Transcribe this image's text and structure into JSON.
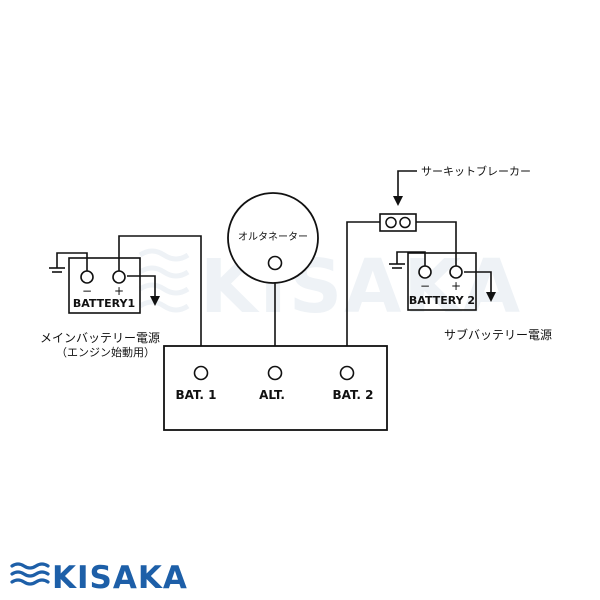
{
  "brand": {
    "name": "KISAKA",
    "color": "#1d5fa8"
  },
  "watermark": "KISAKA",
  "alternator": {
    "label": "オルタネーター"
  },
  "circuit_breaker": {
    "label": "サーキットブレーカー"
  },
  "isolator": {
    "terminals": [
      {
        "label": "BAT. 1"
      },
      {
        "label": "ALT."
      },
      {
        "label": "BAT. 2"
      }
    ]
  },
  "battery1": {
    "label": "BATTERY1",
    "minus": "−",
    "plus": "+",
    "caption_line1": "メインバッテリー電源",
    "caption_line2": "（エンジン始動用）"
  },
  "battery2": {
    "label": "BATTERY 2",
    "minus": "−",
    "plus": "+",
    "caption": "サブバッテリー電源"
  }
}
